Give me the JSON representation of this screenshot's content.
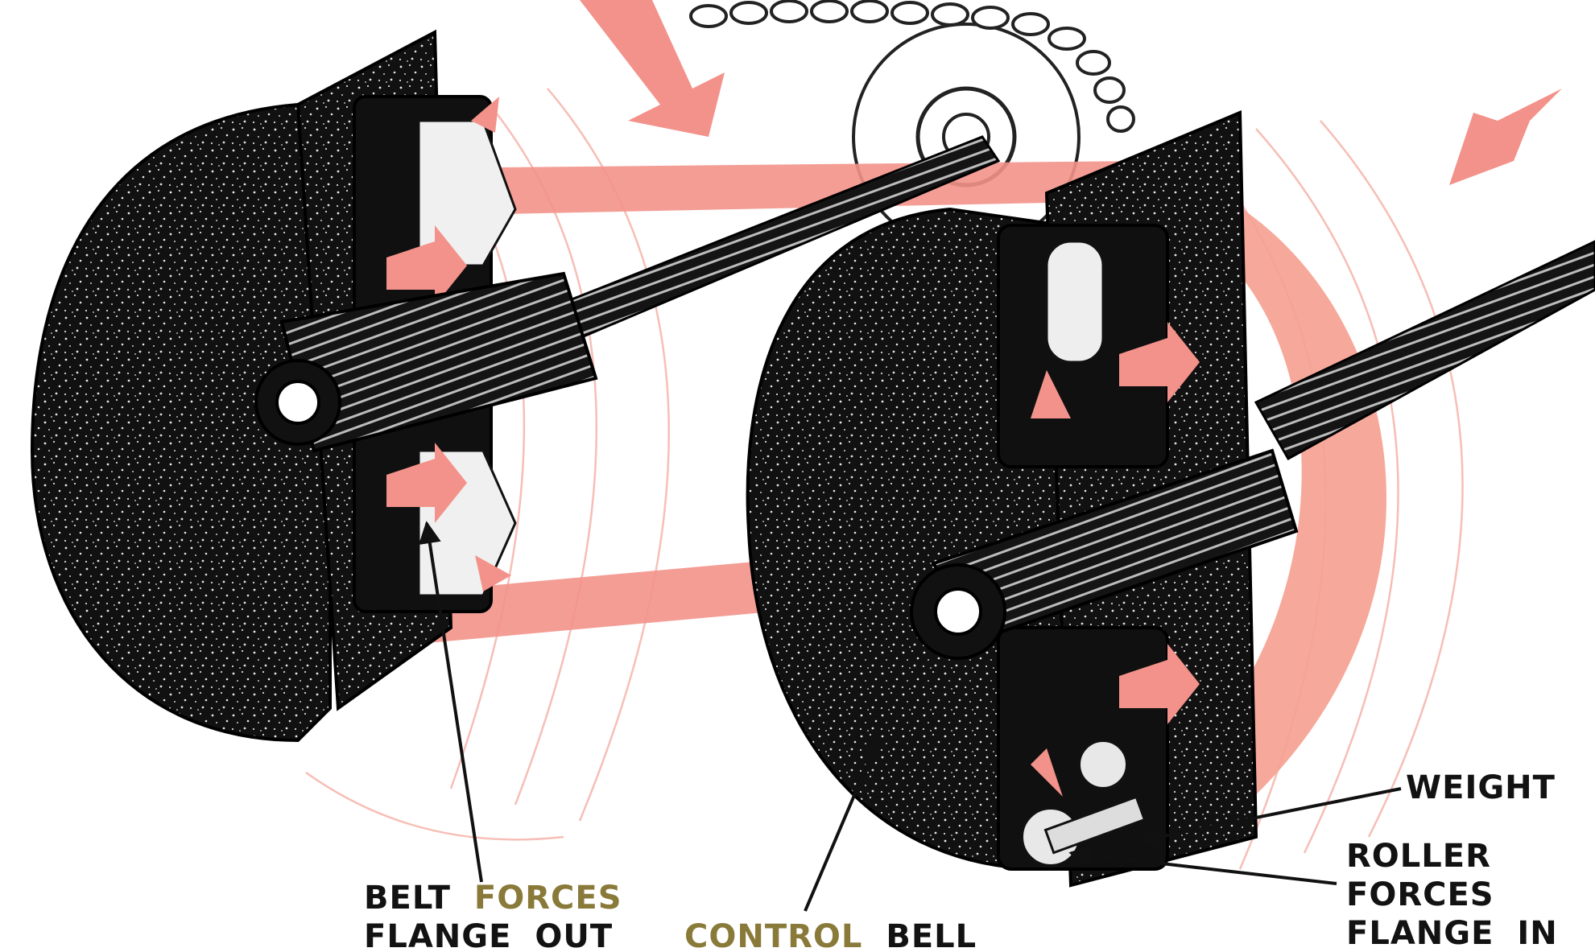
{
  "colors": {
    "ink": "#0d0d0d",
    "paper": "#ffffff",
    "accent_pink": "#f3928a",
    "accent_pink_light": "#f8c0b4",
    "label_tan": "#8a7a3a",
    "label_black": "#121212"
  },
  "labels": {
    "belt": {
      "line1": [
        {
          "text": "BELT",
          "tone": "black"
        },
        {
          "text": "FORCES",
          "tone": "tan"
        }
      ],
      "line2": [
        {
          "text": "FLANGE",
          "tone": "black"
        },
        {
          "text": "OUT",
          "tone": "black"
        }
      ]
    },
    "bell": {
      "line1": [
        {
          "text": "CONTROL",
          "tone": "tan"
        },
        {
          "text": "BELL",
          "tone": "black"
        }
      ]
    },
    "weight": {
      "line1": [
        {
          "text": "WEIGHT",
          "tone": "black"
        }
      ]
    },
    "roller": {
      "line1": [
        {
          "text": "ROLLER",
          "tone": "black"
        }
      ],
      "line2": [
        {
          "text": "FORCES",
          "tone": "black"
        }
      ],
      "line3": [
        {
          "text": "FLANGE",
          "tone": "black"
        },
        {
          "text": "IN",
          "tone": "black"
        }
      ]
    }
  }
}
